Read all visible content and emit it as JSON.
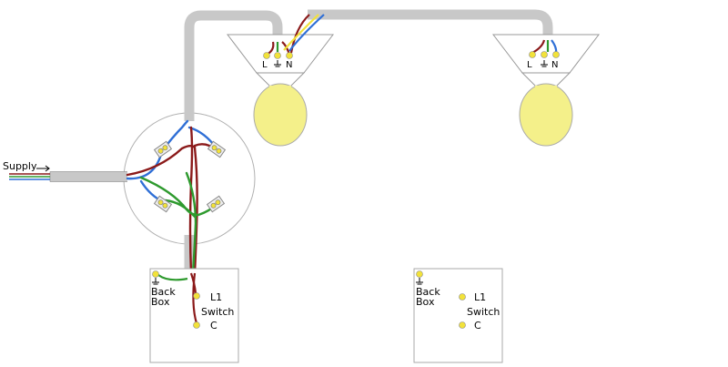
{
  "labels": {
    "supply": "Supply",
    "left_switch": {
      "back_box_line1": "Back",
      "back_box_line2": "Box",
      "l1": "L1",
      "switch": "Switch",
      "c": "C"
    },
    "right_switch": {
      "back_box_line1": "Back",
      "back_box_line2": "Box",
      "l1": "L1",
      "switch": "Switch",
      "c": "C"
    },
    "left_lamp": {
      "l": "L",
      "n": "N"
    },
    "right_lamp": {
      "l": "L",
      "n": "N"
    }
  },
  "colors": {
    "conduit": "#c8c8c8",
    "brown": "#8b1a1a",
    "blue": "#2f6fd6",
    "yellow": "#f2e23a",
    "green": "#2e9a2e",
    "bulb": "#f4f08a"
  }
}
